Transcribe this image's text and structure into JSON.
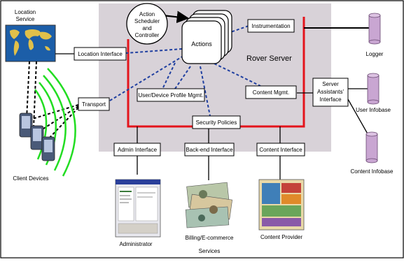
{
  "colors": {
    "server_bg": "#d8d2d8",
    "red_bus": "#e4141c",
    "dashed_blue": "#1f3fa0",
    "green_waves": "#22dd22",
    "cylinder": "#c9a6d2",
    "black": "#000000"
  },
  "diagram": {
    "server_label": "Rover Server",
    "action_scheduler": [
      "Action",
      "Scheduler",
      "and",
      "Controller"
    ],
    "actions_label": "Actions",
    "instrumentation": "Instrumentation",
    "location_service": [
      "Location",
      "Service"
    ],
    "location_interface": "Location Interface",
    "transport": "Transport",
    "user_profile": "User/Device Profile Mgmt.",
    "content_mgmt": "Content Mgmt.",
    "security_policies": "Security Policies",
    "server_assistants": [
      "Server",
      "Assistants'",
      "Interface"
    ],
    "admin_interface": "Admin Interface",
    "backend_interface": "Back-end Interface",
    "content_interface": "Content Interface",
    "logger": "Logger",
    "user_infobase": "User Infobase",
    "content_infobase": "Content Infobase",
    "client_devices": "Client Devices",
    "administrator": "Administrator",
    "billing": [
      "Billing/E-commerce",
      "Services"
    ],
    "content_provider": "Content Provider"
  }
}
